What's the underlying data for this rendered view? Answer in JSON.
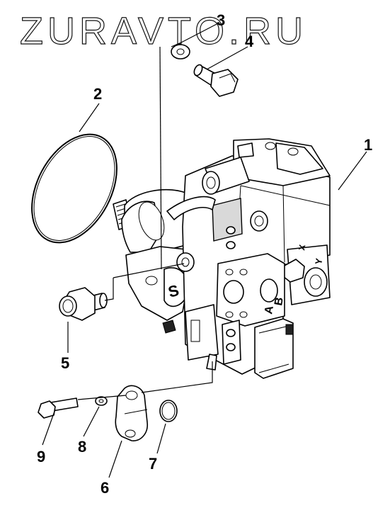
{
  "watermark": "ZURAVTO.RU",
  "callouts": [
    {
      "id": "1",
      "label": "1"
    },
    {
      "id": "2",
      "label": "2"
    },
    {
      "id": "3",
      "label": "3"
    },
    {
      "id": "4",
      "label": "4"
    },
    {
      "id": "5",
      "label": "5"
    },
    {
      "id": "6",
      "label": "6"
    },
    {
      "id": "7",
      "label": "7"
    },
    {
      "id": "8",
      "label": "8"
    },
    {
      "id": "9",
      "label": "9"
    }
  ],
  "markings": {
    "port_a": "A",
    "port_b": "B",
    "port_x": "X",
    "port_s": "S",
    "port_y": "Y"
  }
}
